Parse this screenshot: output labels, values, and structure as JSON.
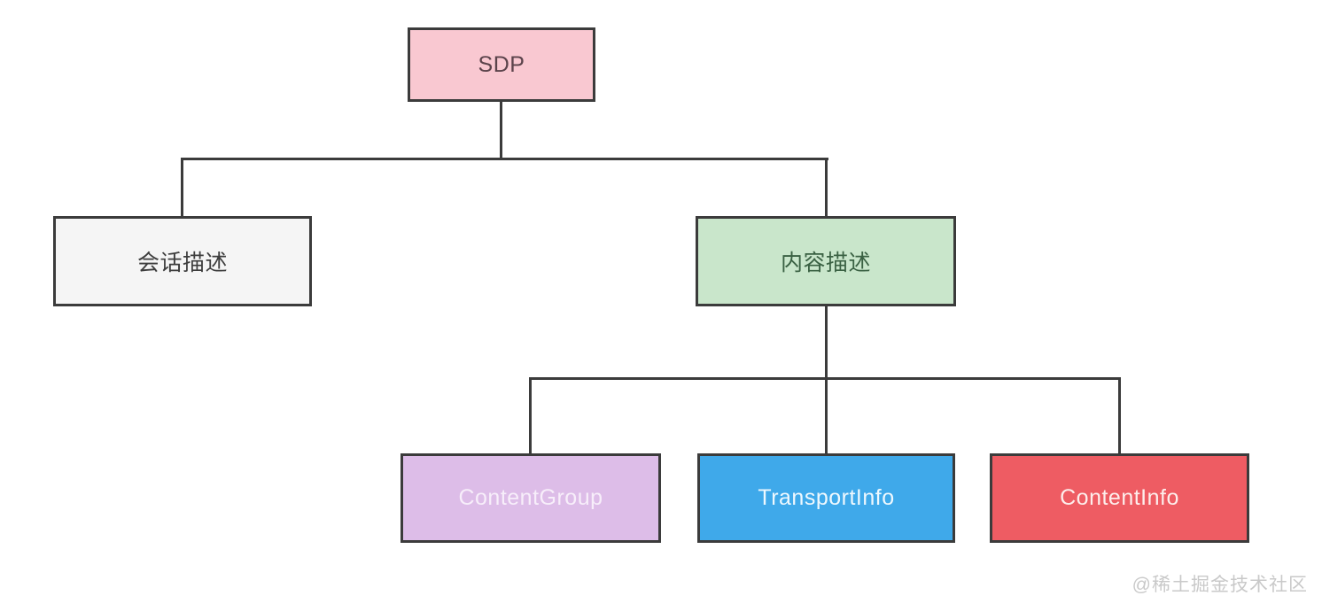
{
  "diagram": {
    "type": "tree",
    "line_color": "#3b3b3b",
    "watermark": "@稀土掘金技术社区",
    "nodes": {
      "sdp": {
        "label": "SDP",
        "fill": "#f9c8d1",
        "text_color": "#5b434b",
        "children": [
          "session_desc",
          "content_desc"
        ]
      },
      "session_desc": {
        "label": "会话描述",
        "fill": "#f5f5f5",
        "text_color": "#3d3d3d",
        "children": []
      },
      "content_desc": {
        "label": "内容描述",
        "fill": "#c9e6cb",
        "text_color": "#3a6143",
        "children": [
          "content_group",
          "transport_info",
          "content_info"
        ]
      },
      "content_group": {
        "label": "ContentGroup",
        "fill": "#ddbde8",
        "text_color": "#f7eefa",
        "children": []
      },
      "transport_info": {
        "label": "TransportInfo",
        "fill": "#3fa9ea",
        "text_color": "#eef8fe",
        "children": []
      },
      "content_info": {
        "label": "ContentInfo",
        "fill": "#ee5c63",
        "text_color": "#fdeeec",
        "children": []
      }
    }
  }
}
